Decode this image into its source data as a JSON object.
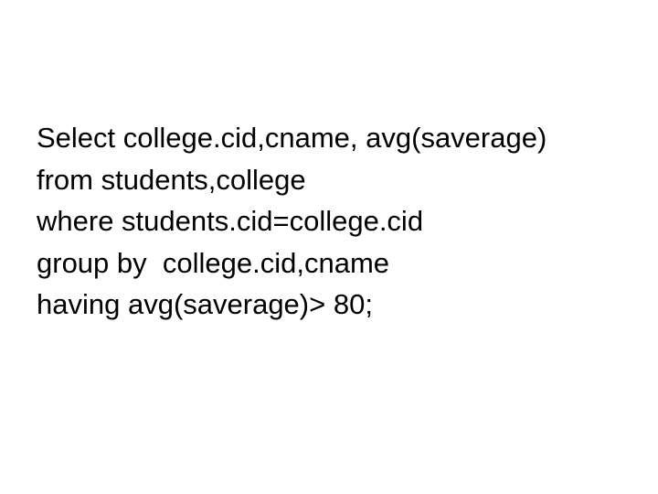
{
  "slide": {
    "background_color": "#ffffff",
    "text_color": "#000000",
    "query": {
      "lines": [
        "Select college.cid,cname, avg(saverage)",
        "from students,college",
        "where students.cid=college.cid",
        "group by  college.cid,cname",
        "having avg(saverage)> 80;"
      ]
    }
  }
}
